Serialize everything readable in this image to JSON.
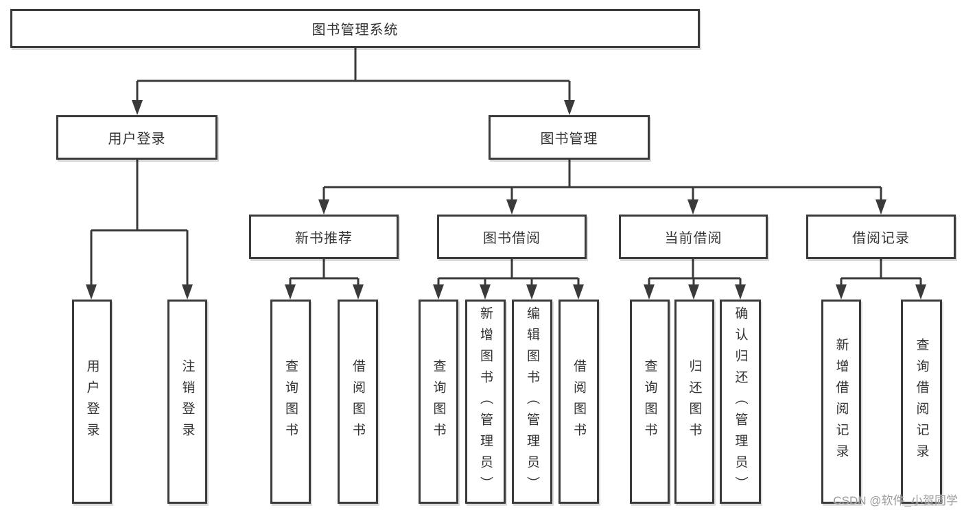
{
  "colors": {
    "line": "#3a3a3a",
    "box_border": "#3a3a3a",
    "background": "#ffffff",
    "text": "#333333",
    "watermark": "#9b9b9b"
  },
  "watermark": {
    "text": "CSDN @软件_小贺同学"
  },
  "diagram": {
    "root": {
      "label": "图书管理系统",
      "children": [
        {
          "label": "用户登录",
          "children": [
            {
              "label": "用户登录"
            },
            {
              "label": "注销登录"
            }
          ]
        },
        {
          "label": "图书管理",
          "children": [
            {
              "label": "新书推荐",
              "children": [
                {
                  "label": "查询图书"
                },
                {
                  "label": "借阅图书"
                }
              ]
            },
            {
              "label": "图书借阅",
              "children": [
                {
                  "label": "查询图书"
                },
                {
                  "label": "新增图书（管理员）"
                },
                {
                  "label": "编辑图书（管理员）"
                },
                {
                  "label": "借阅图书"
                }
              ]
            },
            {
              "label": "当前借阅",
              "children": [
                {
                  "label": "查询图书"
                },
                {
                  "label": "归还图书"
                },
                {
                  "label": "确认归还（管理员）"
                }
              ]
            },
            {
              "label": "借阅记录",
              "children": [
                {
                  "label": "新增借阅记录"
                },
                {
                  "label": "查询借阅记录"
                }
              ]
            }
          ]
        }
      ]
    }
  }
}
